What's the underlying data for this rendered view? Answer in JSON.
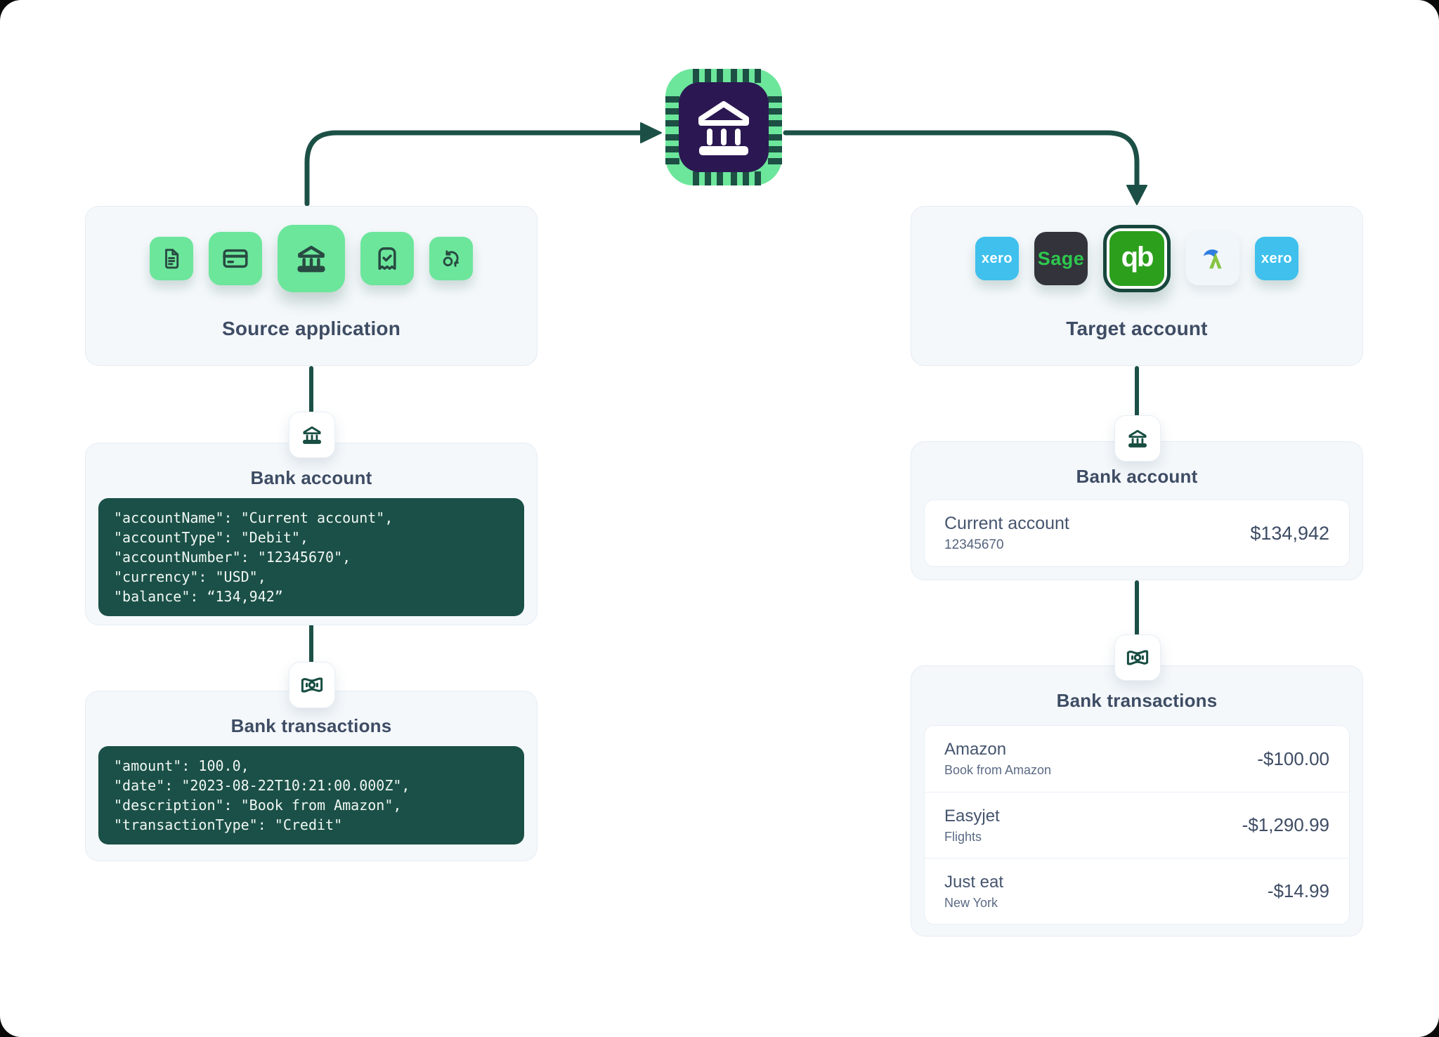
{
  "colors": {
    "arrow_green": "#1c5046",
    "tile_green": "#6ce69b",
    "icon_stroke": "#284a42",
    "code_background": "#1a5047",
    "chip_core_purple": "#2b1852",
    "panel_background": "#f4f8fb",
    "heading_text": "#3e4c64",
    "xero_blue": "#3fc0ed",
    "sage_dark": "#32333b",
    "sage_green": "#2ec84e",
    "quickbooks_green": "#2ca01c",
    "freeagent_blue": "#2e7de0",
    "freeagent_green": "#86c440"
  },
  "processor": {
    "icon": "bank-chip-icon"
  },
  "source_panel": {
    "title": "Source application",
    "icons": [
      "document-icon",
      "credit-card-icon",
      "bank-icon",
      "receipt-check-icon",
      "sync-icon"
    ]
  },
  "target_panel": {
    "title": "Target account",
    "apps": [
      {
        "name": "xero",
        "label": "xero"
      },
      {
        "name": "sage",
        "label": "Sage"
      },
      {
        "name": "quickbooks",
        "label": "qb",
        "selected": true
      },
      {
        "name": "freeagent",
        "label": ""
      },
      {
        "name": "xero",
        "label": "xero"
      }
    ]
  },
  "left_account": {
    "title": "Bank account",
    "icon": "bank-icon",
    "code": [
      "\"accountName\": \"Current account\",",
      "\"accountType\": \"Debit\",",
      "\"accountNumber\": \"12345670\",",
      "\"currency\": \"USD\",",
      "\"balance\": “134,942”"
    ]
  },
  "left_transactions": {
    "title": "Bank transactions",
    "icon": "banknote-icon",
    "code": [
      "\"amount\": 100.0,",
      "\"date\": \"2023-08-22T10:21:00.000Z\",",
      "\"description\": \"Book from Amazon\",",
      "\"transactionType\": \"Credit\""
    ]
  },
  "right_account": {
    "title": "Bank account",
    "icon": "bank-icon",
    "account": {
      "name": "Current account",
      "number": "12345670",
      "balance": "$134,942"
    }
  },
  "right_transactions": {
    "title": "Bank transactions",
    "icon": "banknote-icon",
    "rows": [
      {
        "name": "Amazon",
        "detail": "Book from Amazon",
        "amount": "-$100.00"
      },
      {
        "name": "Easyjet",
        "detail": "Flights",
        "amount": "-$1,290.99"
      },
      {
        "name": "Just eat",
        "detail": "New York",
        "amount": "-$14.99"
      }
    ]
  }
}
